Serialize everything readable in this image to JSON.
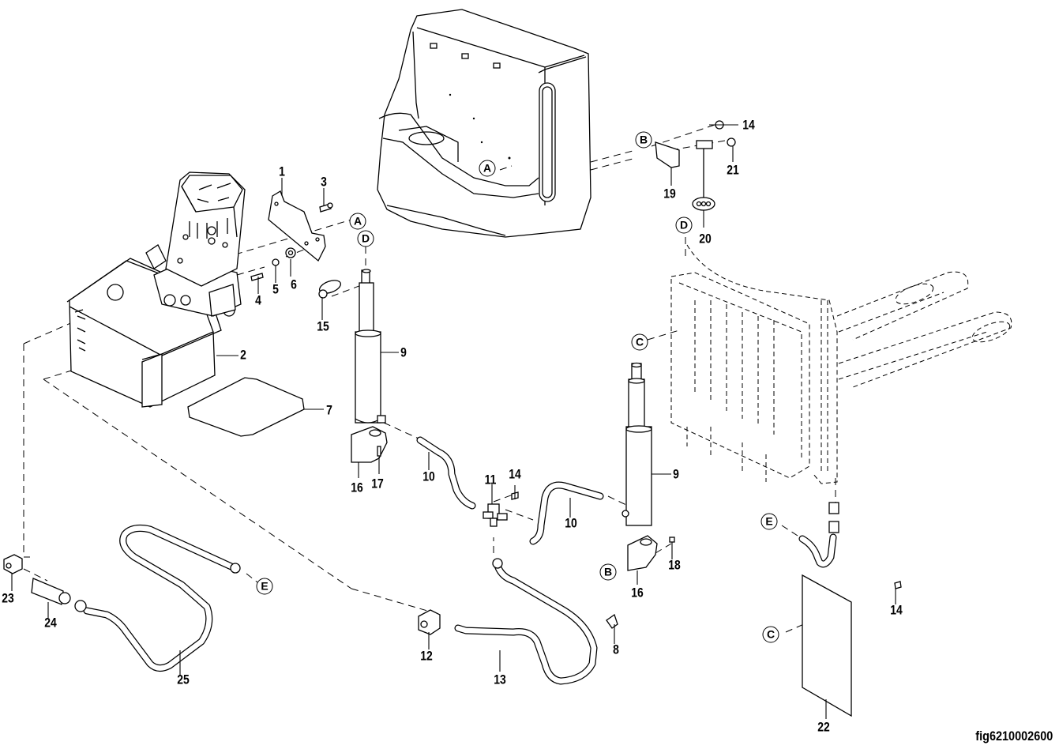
{
  "figure": {
    "id": "fig6210002600",
    "type": "exploded parts diagram",
    "subject": "Hydraulic power unit, lift cylinders and hose routing"
  },
  "callouts": [
    {
      "no": "1",
      "part": "mounting bracket"
    },
    {
      "no": "2",
      "part": "hydraulic power unit (motor, pump, tank)"
    },
    {
      "no": "3",
      "part": "bolt"
    },
    {
      "no": "4",
      "part": "bolt"
    },
    {
      "no": "5",
      "part": "nut"
    },
    {
      "no": "6",
      "part": "washer"
    },
    {
      "no": "7",
      "part": "pad"
    },
    {
      "no": "8",
      "part": "hose clip"
    },
    {
      "no": "9",
      "part": "lift cylinder"
    },
    {
      "no": "10",
      "part": "hose"
    },
    {
      "no": "11",
      "part": "tee fitting"
    },
    {
      "no": "12",
      "part": "block fitting"
    },
    {
      "no": "13",
      "part": "hose"
    },
    {
      "no": "14",
      "part": "screw"
    },
    {
      "no": "15",
      "part": "pin"
    },
    {
      "no": "16",
      "part": "cylinder bracket"
    },
    {
      "no": "17",
      "part": "screw"
    },
    {
      "no": "18",
      "part": "screw"
    },
    {
      "no": "19",
      "part": "bracket"
    },
    {
      "no": "20",
      "part": "harness connector"
    },
    {
      "no": "21",
      "part": "screw"
    },
    {
      "no": "22",
      "part": "cover plate"
    },
    {
      "no": "23",
      "part": "block fitting"
    },
    {
      "no": "24",
      "part": "valve"
    },
    {
      "no": "25",
      "part": "hose"
    }
  ],
  "labels": {
    "l1": "1",
    "l2": "2",
    "l3": "3",
    "l4": "4",
    "l5": "5",
    "l6": "6",
    "l7": "7",
    "l8": "8",
    "l9a": "9",
    "l9b": "9",
    "l10a": "10",
    "l10b": "10",
    "l11": "11",
    "l12": "12",
    "l13": "13",
    "l14a": "14",
    "l14b": "14",
    "l14c": "14",
    "l15": "15",
    "l16a": "16",
    "l16b": "16",
    "l17": "17",
    "l18": "18",
    "l19": "19",
    "l20": "20",
    "l21": "21",
    "l22": "22",
    "l23": "23",
    "l24": "24",
    "l25": "25"
  },
  "references": {
    "A": "A",
    "B": "B",
    "C": "C",
    "D": "D",
    "E": "E"
  }
}
